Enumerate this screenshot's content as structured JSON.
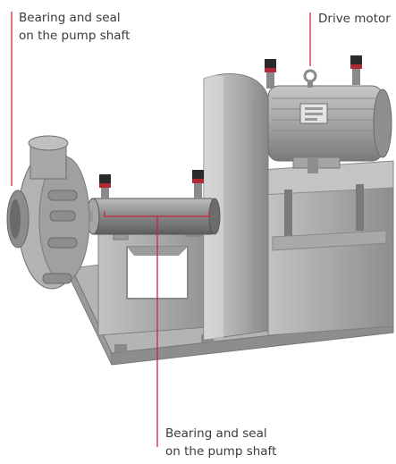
{
  "colors": {
    "accent": "#c8283c",
    "label_text": "#3a3a3a"
  },
  "labels": {
    "top_left": {
      "line1": "Bearing and seal",
      "line2": "on the pump shaft"
    },
    "top_right": {
      "text": "Drive motor"
    },
    "bottom": {
      "line1": "Bearing and seal",
      "line2": "on the pump shaft"
    }
  }
}
